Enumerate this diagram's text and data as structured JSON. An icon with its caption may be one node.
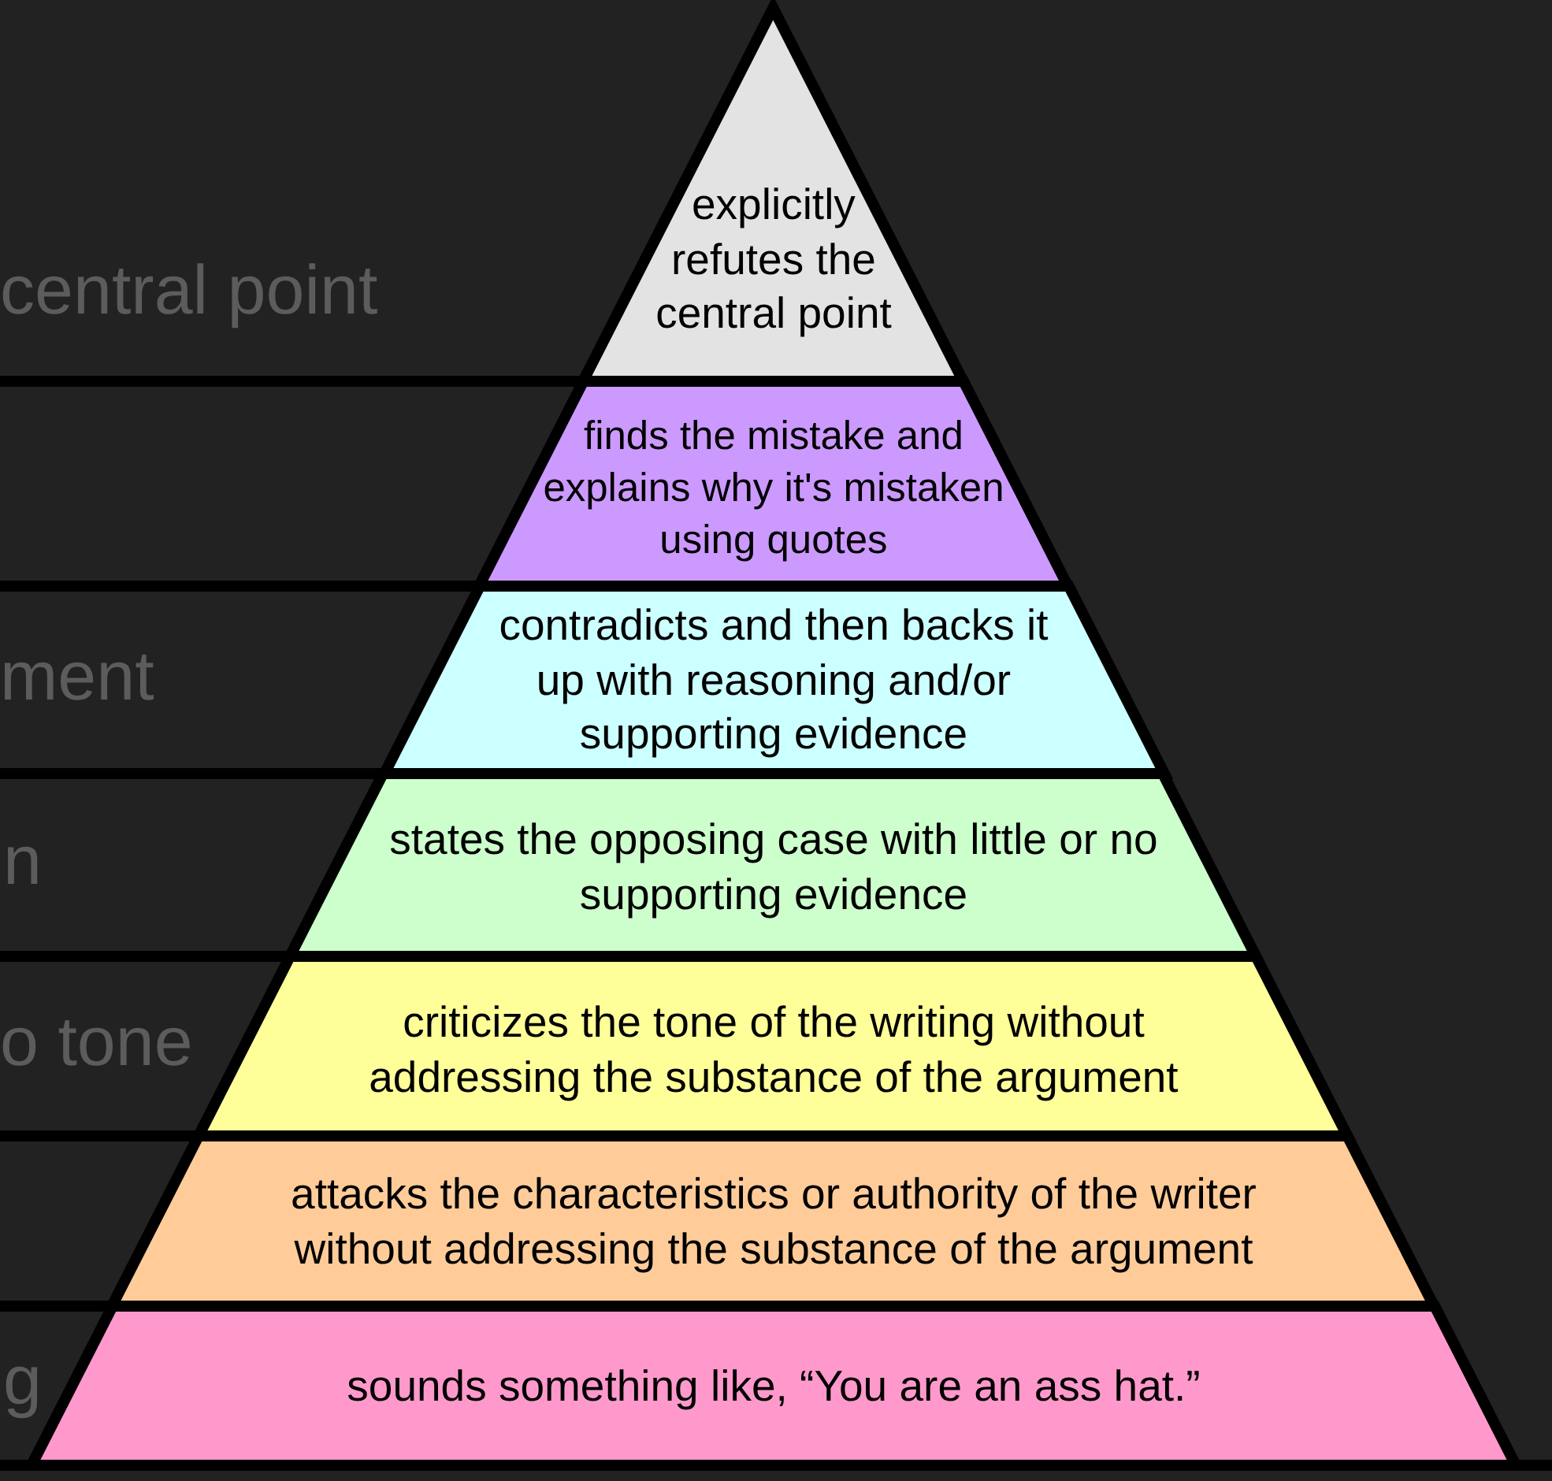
{
  "diagram": {
    "nodes": [
      {
        "text": [
          "explicitly refutes the central point"
        ]
      },
      {
        "text": [
          "finds the mistake and explains why it's mistaken using quotes"
        ]
      },
      {
        "text": [
          "contradicts and then backs it up with reasoning and/or supporting evidence"
        ]
      },
      {
        "text": [
          "states the opposing case with little or no supporting evidence"
        ]
      },
      {
        "text": [
          "criticizes the tone of the writing without addressing the substance of the argument"
        ]
      },
      {
        "text": [
          "attacks the characteristics or authority of the writer without addressing the substance of the argument"
        ]
      },
      {
        "text": [
          "sounds something like, “You are an ass hat.”"
        ]
      }
    ],
    "labels": [
      "central point",
      "ment",
      "n",
      "o tone",
      "g"
    ]
  }
}
